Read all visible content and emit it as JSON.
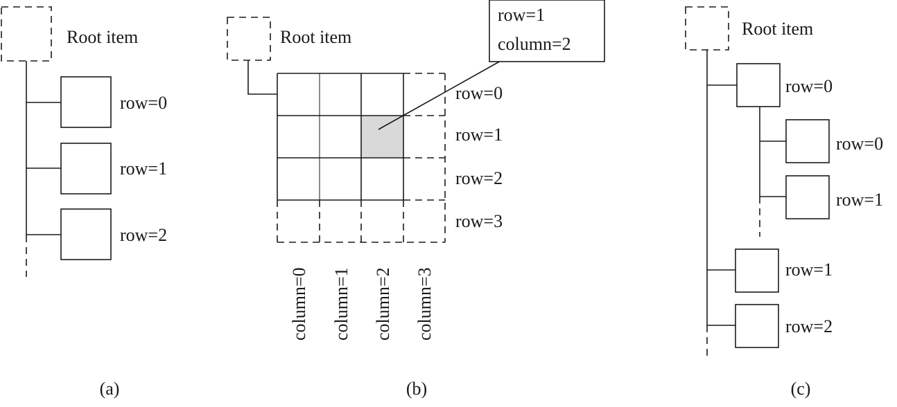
{
  "panel_a": {
    "root_label": "Root item",
    "rows": [
      "row=0",
      "row=1",
      "row=2"
    ],
    "caption": "(a)"
  },
  "panel_b": {
    "root_label": "Root item",
    "rows": [
      "row=0",
      "row=1",
      "row=2",
      "row=3"
    ],
    "columns": [
      "column=0",
      "column=1",
      "column=2",
      "column=3"
    ],
    "callout": [
      "row=1",
      "column=2"
    ],
    "highlight_color": "#d9d9d9",
    "caption": "(b)"
  },
  "panel_c": {
    "root_label": "Root item",
    "rows": [
      "row=0",
      "row=1",
      "row=2"
    ],
    "child_rows": [
      "row=0",
      "row=1"
    ],
    "caption": "(c)"
  }
}
